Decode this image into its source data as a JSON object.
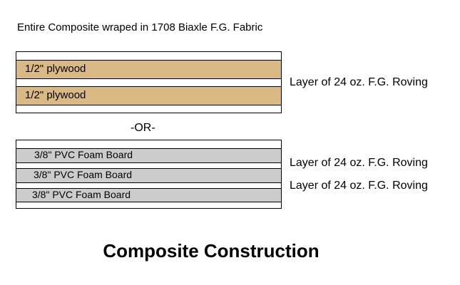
{
  "header": {
    "note": "Entire Composite wraped in 1708 Biaxle F.G. Fabric"
  },
  "option_a": {
    "layers": [
      "1/2\" plywood",
      "1/2\" plywood"
    ],
    "roving_labels": [
      "Layer of 24 oz. F.G. Roving"
    ]
  },
  "separator": "-OR-",
  "option_b": {
    "layers": [
      "3/8\" PVC Foam Board",
      "3/8\" PVC Foam Board",
      "3/8\" PVC Foam Board"
    ],
    "roving_labels": [
      "Layer of 24 oz. F.G. Roving",
      "Layer of 24 oz. F.G. Roving"
    ]
  },
  "colors": {
    "plywood": "#d9b986",
    "pvc": "#cccccc"
  },
  "title": "Composite Construction"
}
